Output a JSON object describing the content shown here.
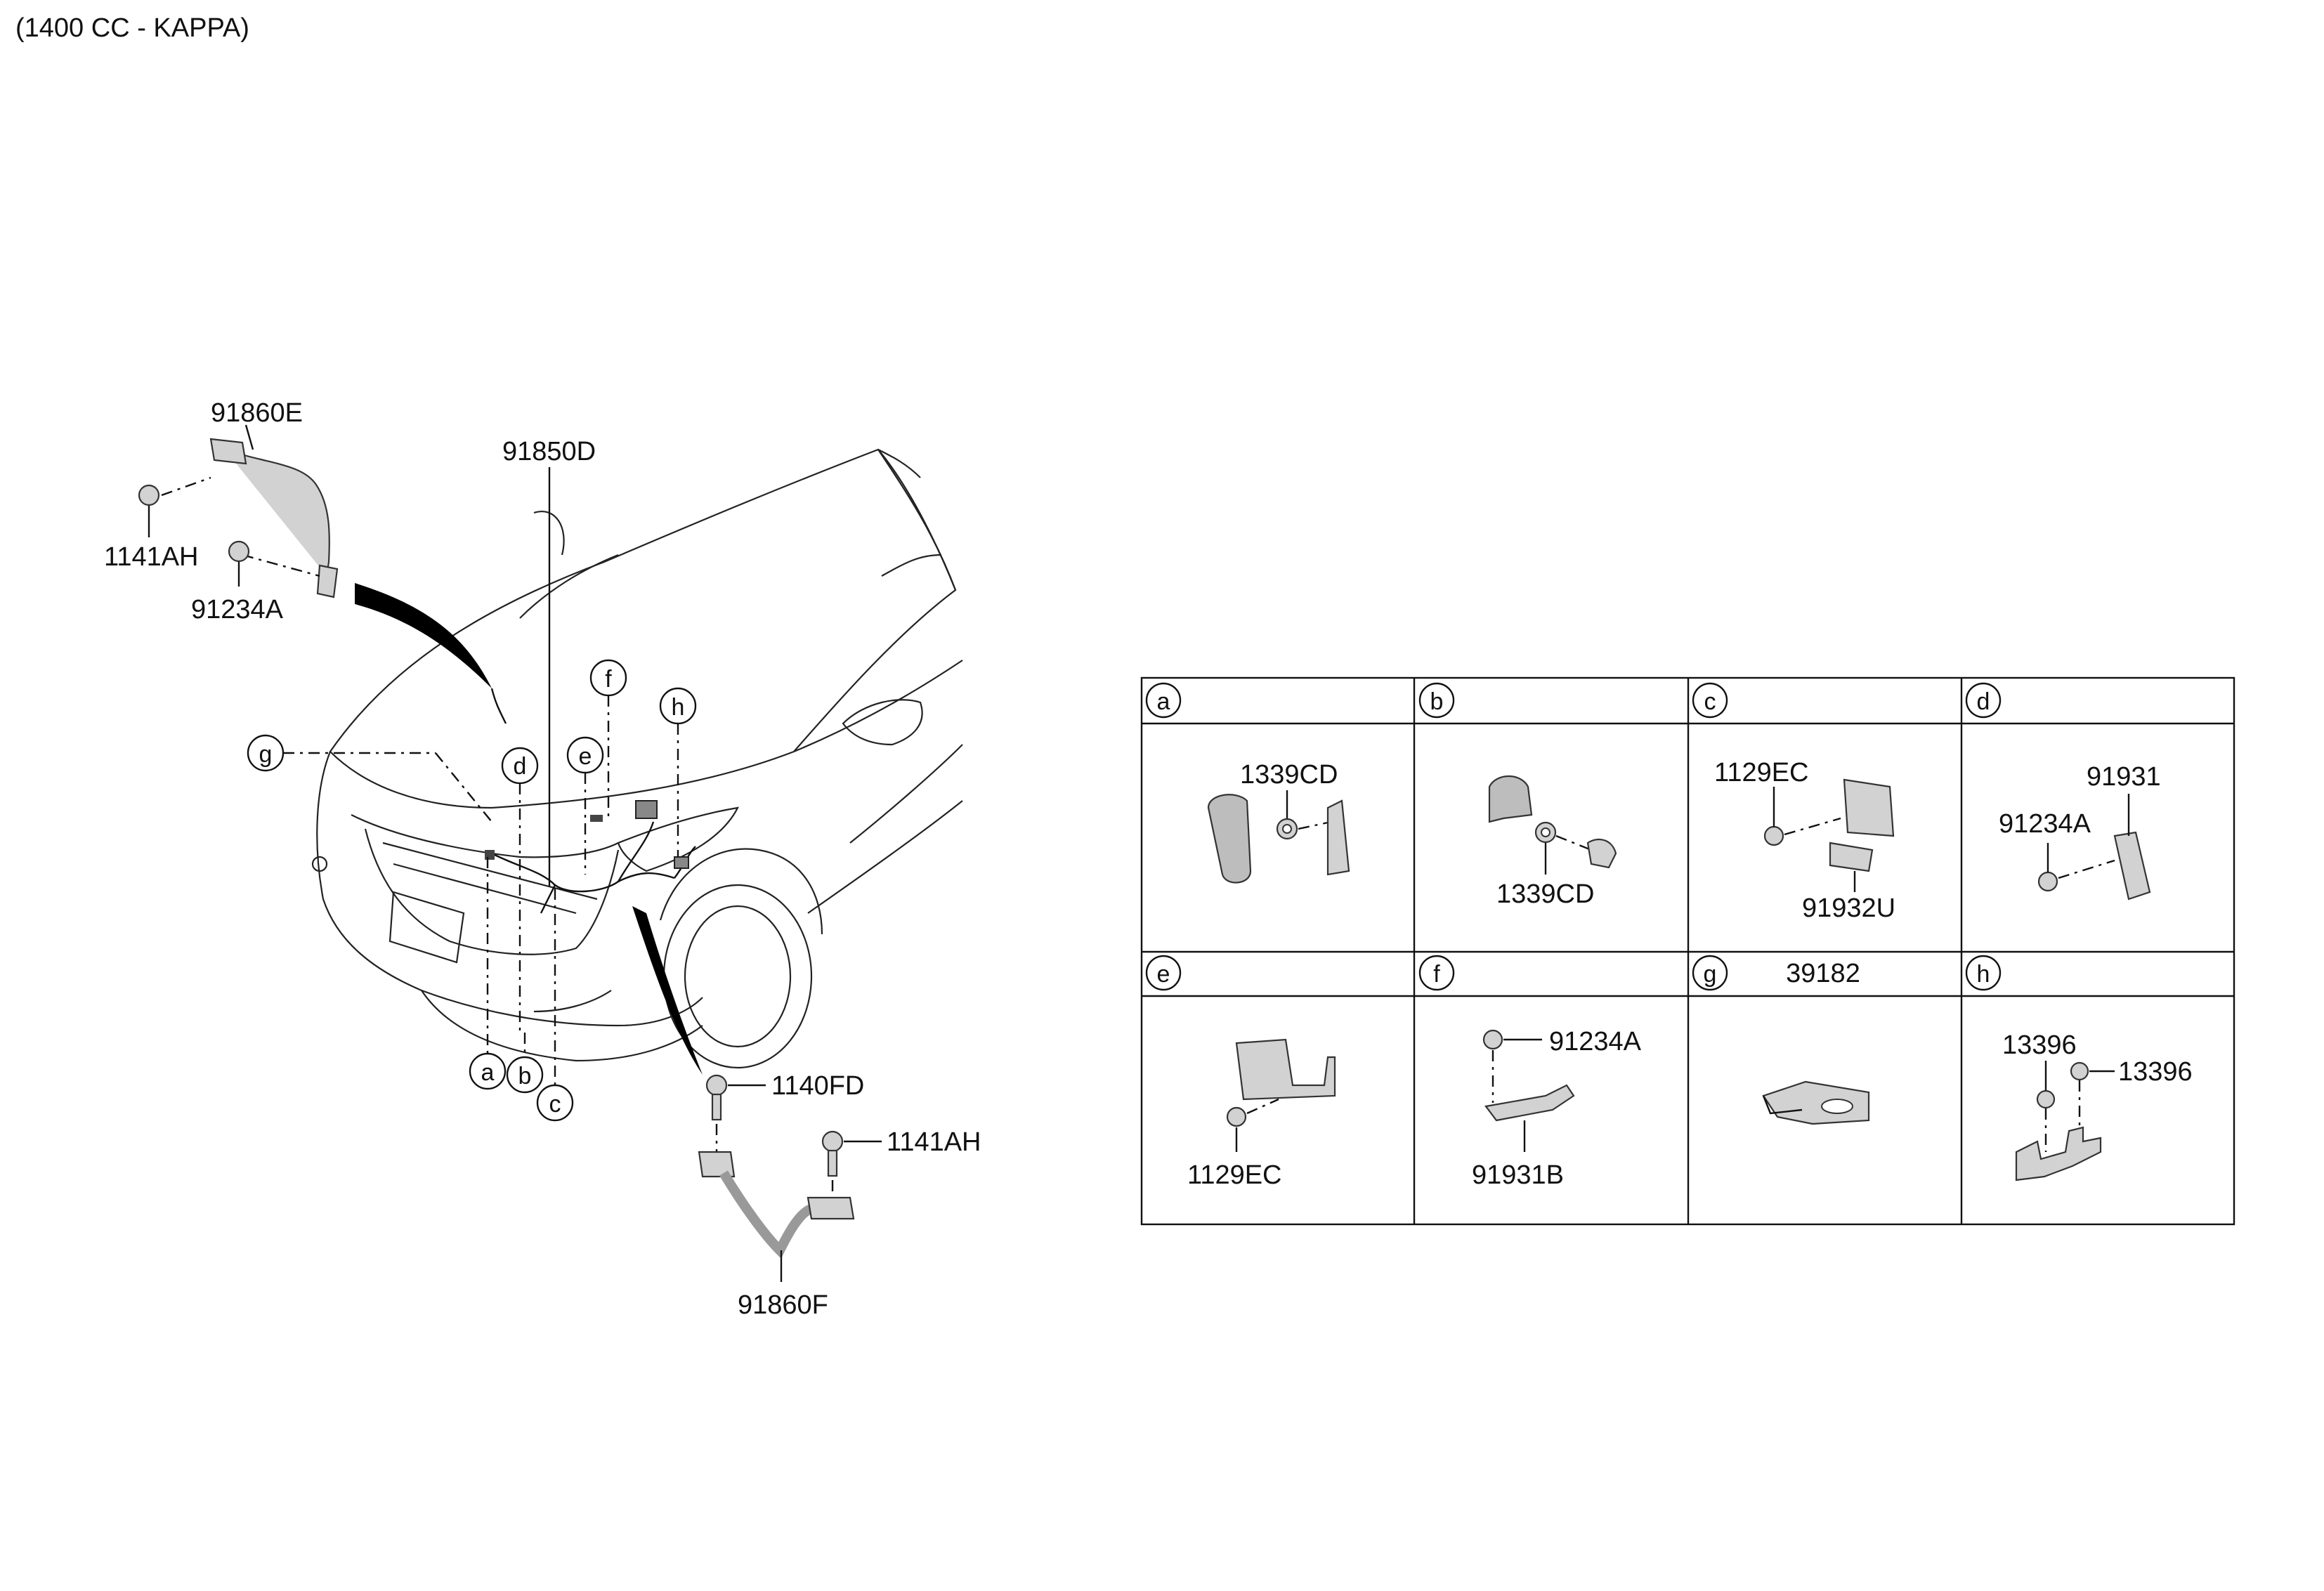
{
  "header": {
    "engine_title": "(1400 CC - KAPPA)"
  },
  "main_diagram": {
    "labels": {
      "part_91860E": "91860E",
      "part_1141AH_top": "1141AH",
      "part_91234A_top": "91234A",
      "part_91850D": "91850D",
      "part_1140FD": "1140FD",
      "part_1141AH_bottom": "1141AH",
      "part_91860F": "91860F"
    },
    "callouts": {
      "a": "a",
      "b": "b",
      "c": "c",
      "d": "d",
      "e": "e",
      "f": "f",
      "g": "g",
      "h": "h"
    }
  },
  "detail_table": {
    "cells": [
      {
        "letter": "a",
        "header_part": "",
        "labels": [
          "1339CD"
        ]
      },
      {
        "letter": "b",
        "header_part": "",
        "labels": [
          "1339CD"
        ]
      },
      {
        "letter": "c",
        "header_part": "",
        "labels": [
          "1129EC",
          "91932U"
        ]
      },
      {
        "letter": "d",
        "header_part": "",
        "labels": [
          "91931",
          "91234A"
        ]
      },
      {
        "letter": "e",
        "header_part": "",
        "labels": [
          "1129EC"
        ]
      },
      {
        "letter": "f",
        "header_part": "",
        "labels": [
          "91234A",
          "91931B"
        ]
      },
      {
        "letter": "g",
        "header_part": "39182",
        "labels": []
      },
      {
        "letter": "h",
        "header_part": "",
        "labels": [
          "13396",
          "13396"
        ]
      }
    ]
  }
}
